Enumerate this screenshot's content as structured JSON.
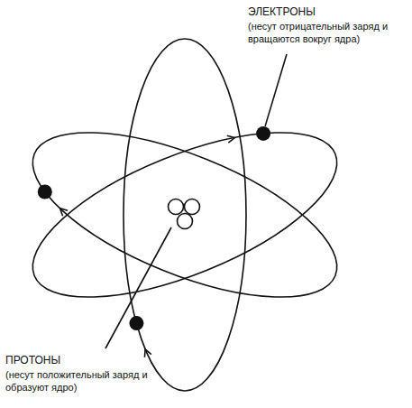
{
  "diagram": {
    "labels": [
      "ЭЛЕКТРОНЫ",
      "(несут отрицательный заряд и вращаются вокруг ядра)",
      "ПРОТОНЫ",
      "(несут положительный заряд и образуют ядро)"
    ]
  }
}
